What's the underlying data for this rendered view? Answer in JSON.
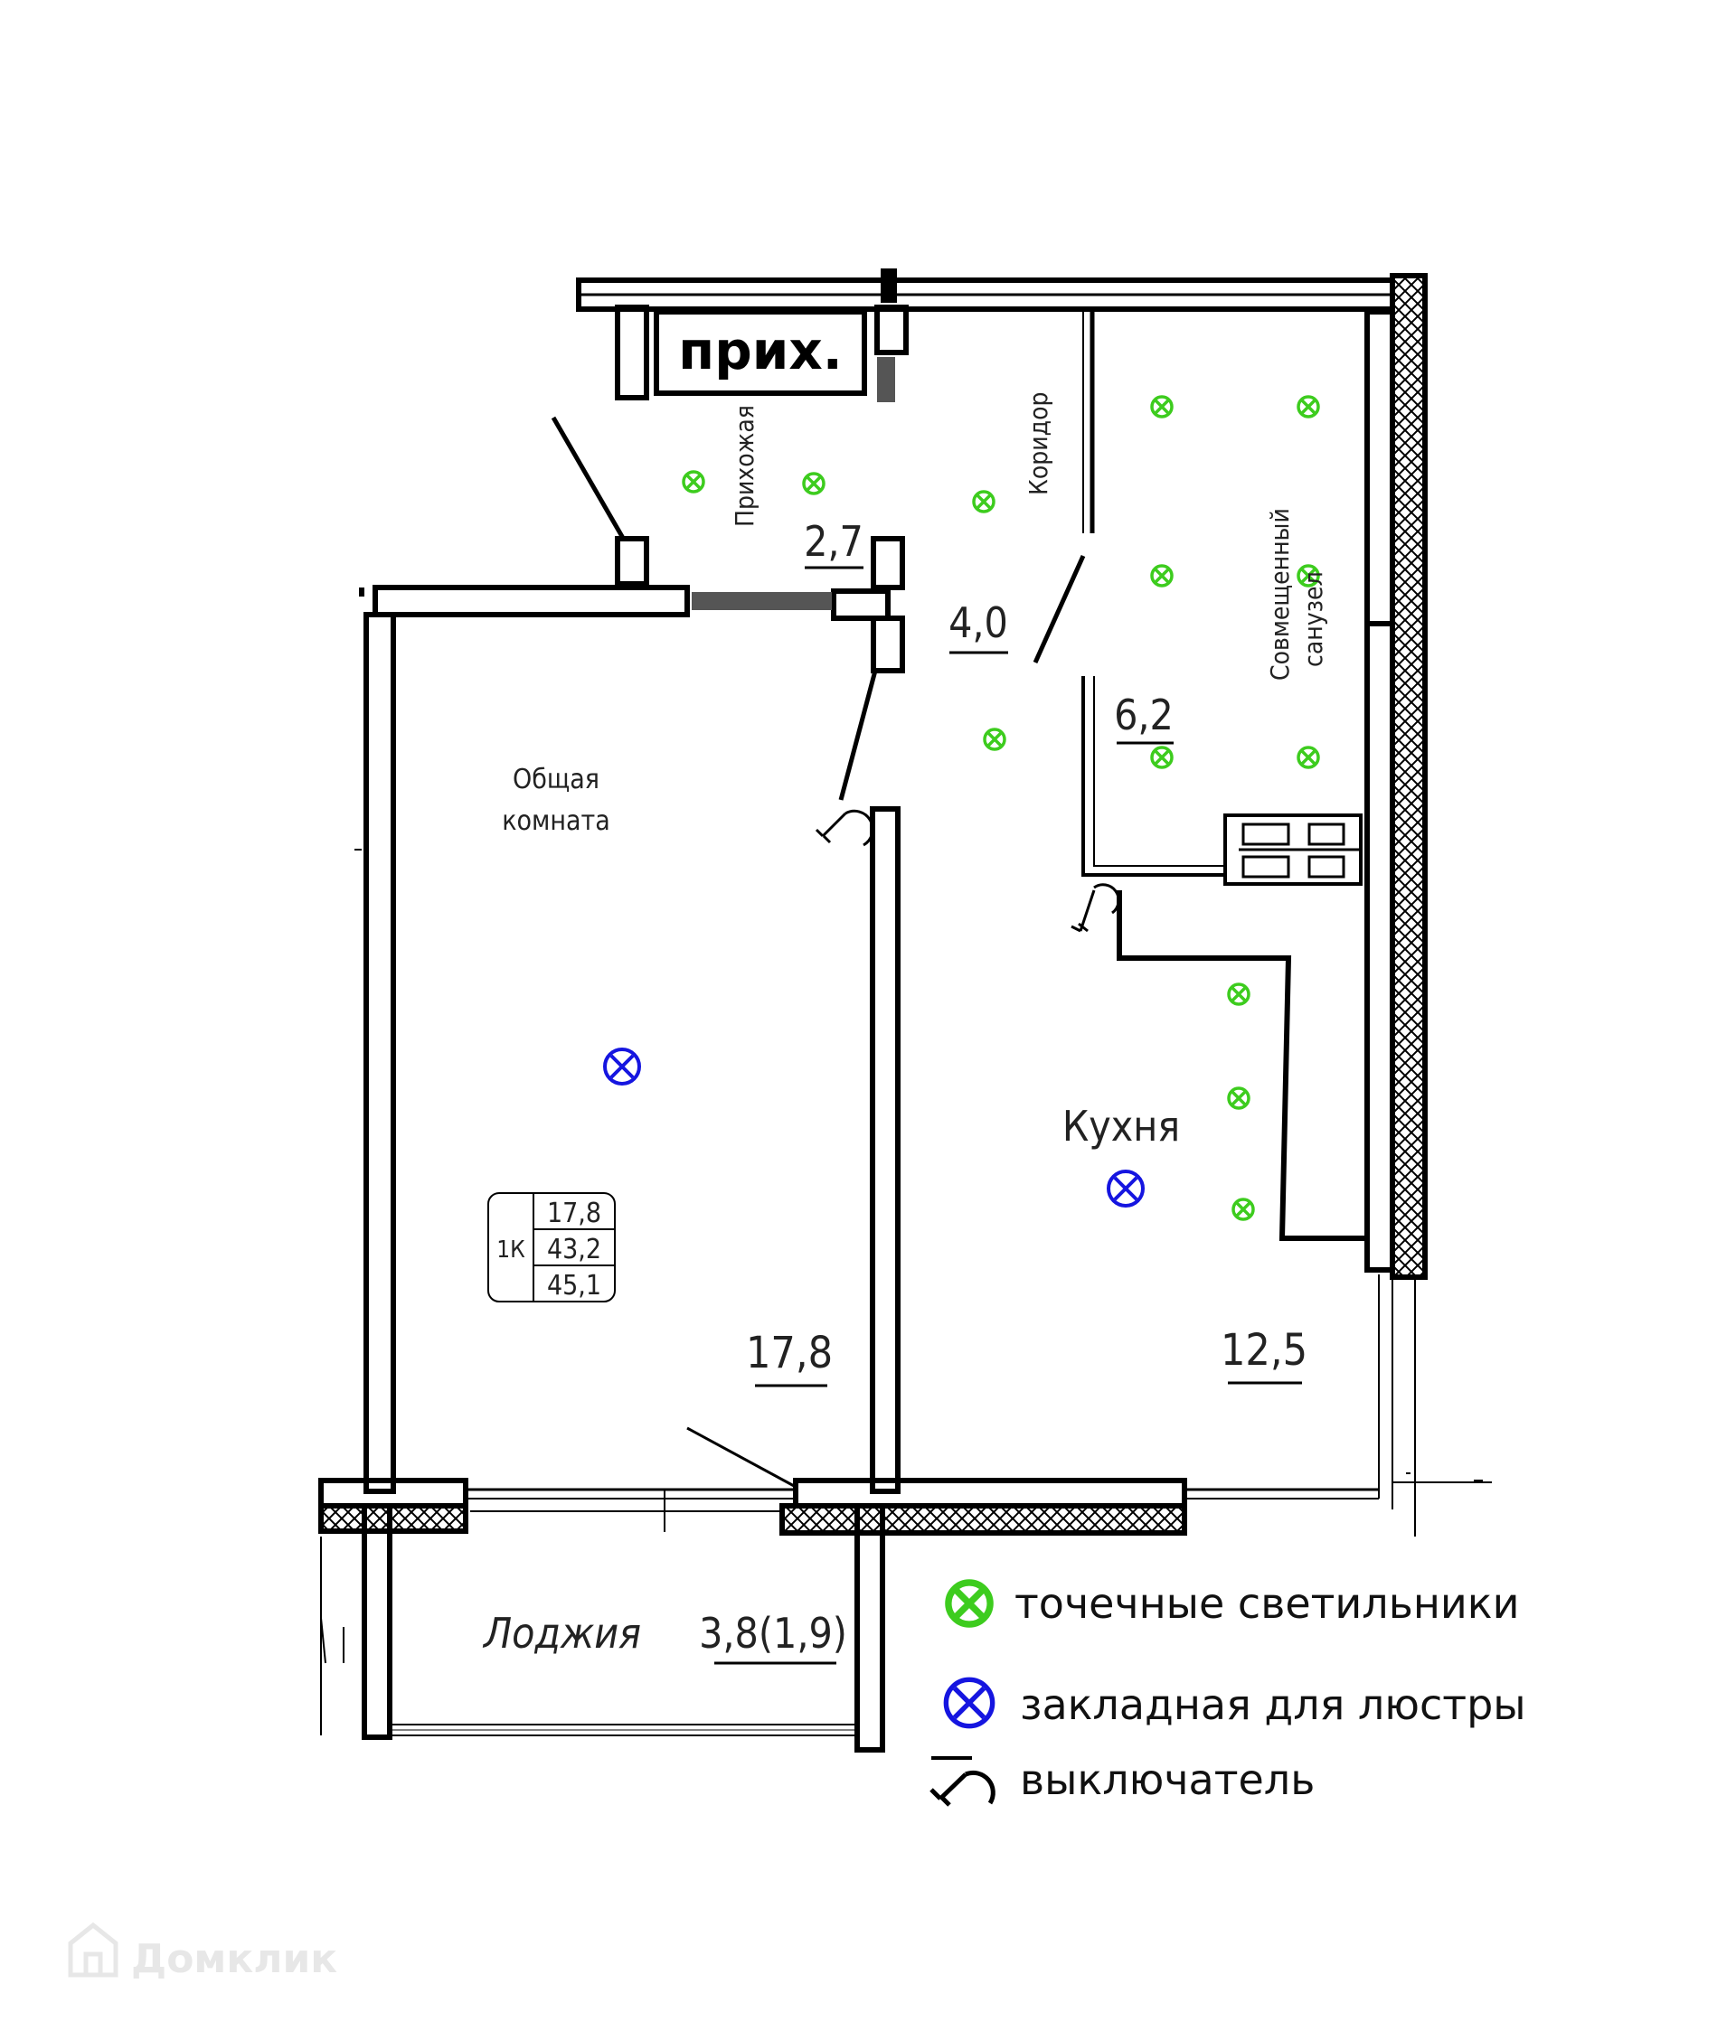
{
  "badge": {
    "text": "прих."
  },
  "rooms": {
    "hall": {
      "name": "Прихожая",
      "area": "2,7"
    },
    "corridor": {
      "name": "Коридор",
      "area": "4,0"
    },
    "bathroom": {
      "name": "Совмещенный санузел",
      "line1": "Совмещенный",
      "line2": "санузел",
      "area": "6,2"
    },
    "living": {
      "name_line1": "Общая",
      "name_line2": "комната",
      "area": "17,8"
    },
    "kitchen": {
      "name": "Кухня",
      "area": "12,5"
    },
    "loggia": {
      "name": "Лоджия",
      "area": "3,8(1,9)"
    }
  },
  "summary": {
    "type": "1К",
    "living": "17,8",
    "total": "43,2",
    "total_with_loggia": "45,1"
  },
  "legend": {
    "spotlights": "точечные светильники",
    "chandelier": "закладная для люстры",
    "switch": "выключатель"
  },
  "watermark": "Домклик",
  "colors": {
    "spotlight": "#3dcc1e",
    "chandelier": "#1515e0",
    "wall": "#000000"
  },
  "icons": {
    "spotlight": "x-circle-icon",
    "chandelier": "x-circle-icon",
    "switch": "switch-icon"
  }
}
